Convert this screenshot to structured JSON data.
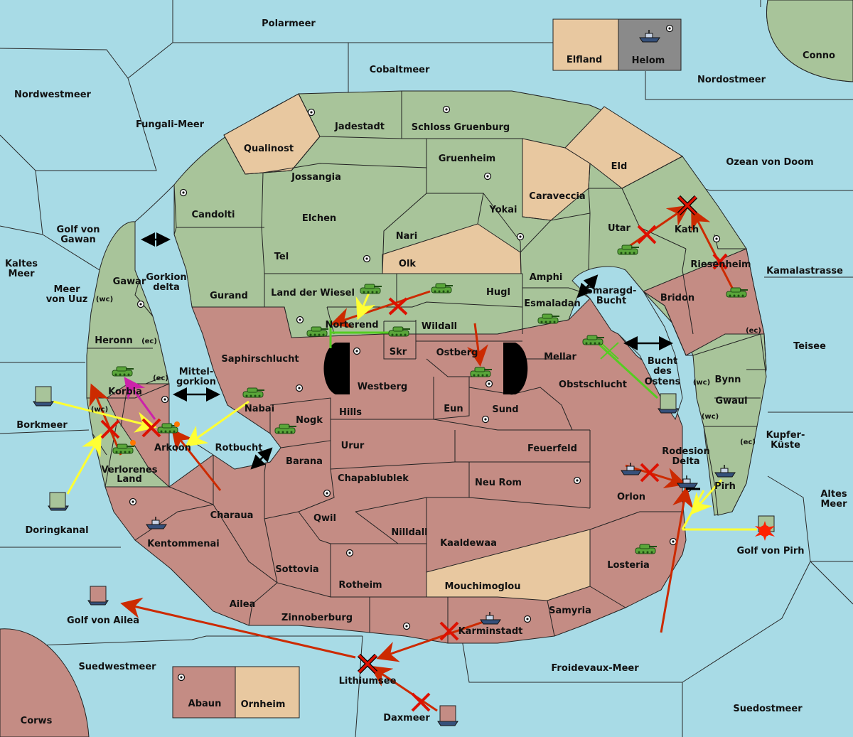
{
  "colors": {
    "sea": "#a8dbe6",
    "green": "#a8c49a",
    "red": "#c48c84",
    "neutral": "#e8c8a0",
    "grey": "#8a8a8a",
    "order_red": "#cc2a00",
    "order_yellow": "#ffff33",
    "order_green": "#55cc22",
    "order_magenta": "#cc22aa",
    "order_black": "#000000"
  },
  "icons": {
    "army": "tank-icon",
    "fleet": "ship-icon",
    "supply": "supply-center-icon"
  },
  "labels": {
    "polarmeer": "Polarmeer",
    "cobaltmeer": "Cobaltmeer",
    "nordwestmeer": "Nordwestmeer",
    "nordostmeer": "Nordostmeer",
    "conno": "Conno",
    "elfland": "Elfland",
    "helom": "Helom",
    "fungali": "Fungali-Meer",
    "jadestadt": "Jadestadt",
    "schloss": "Schloss Gruenburg",
    "qualinost": "Qualinost",
    "jossangia": "Jossangia",
    "gruenheim": "Gruenheim",
    "caraveccia": "Caraveccia",
    "eld": "Eld",
    "ozean_doom": "Ozean von Doom",
    "candolti": "Candolti",
    "elchen": "Elchen",
    "yokai": "Yokai",
    "nari": "Nari",
    "utar": "Utar",
    "kath": "Kath",
    "golf_gawan_1": "Golf von",
    "golf_gawan_2": "Gawan",
    "kaltes_1": "Kaltes",
    "kaltes_2": "Meer",
    "tel": "Tel",
    "olk": "Olk",
    "amphi": "Amphi",
    "riesenheim": "Riesenheim",
    "kamalastrasse": "Kamalastrasse",
    "gawar": "Gawar",
    "gorkion_1": "Gorkion",
    "gorkion_2": "delta",
    "meer_uuz_1": "Meer",
    "meer_uuz_2": "von Uuz",
    "gurand": "Gurand",
    "land_wiesel": "Land der Wiesel",
    "hugl": "Hugl",
    "smaragd_1": "Smaragd-",
    "smaragd_2": "Bucht",
    "bridon": "Bridon",
    "esmaladan": "Esmaladan",
    "heronn": "Heronn",
    "norterend": "Norterend",
    "wildall": "Wildall",
    "teisee": "Teisee",
    "saphir": "Saphirschlucht",
    "skr": "Skr",
    "ostberg": "Ostberg",
    "mellar": "Mellar",
    "korbia": "Korbia",
    "mittel_1": "Mittel-",
    "mittel_2": "gorkion",
    "westberg": "Westberg",
    "obstschlucht": "Obstschlucht",
    "bucht_1": "Bucht",
    "bucht_2": "des",
    "bucht_3": "Ostens",
    "bynn": "Bynn",
    "gwaul": "Gwaul",
    "nabai": "Nabai",
    "hills": "Hills",
    "eun": "Eun",
    "sund": "Sund",
    "borkmeer": "Borkmeer",
    "nogk": "Nogk",
    "kupfer_1": "Kupfer-",
    "kupfer_2": "Küste",
    "arkoon": "Arkoon",
    "rotbucht": "Rotbucht",
    "urur": "Urur",
    "feuerfeld": "Feuerfeld",
    "rodesion_1": "Rodesion",
    "rodesion_2": "Delta",
    "barana": "Barana",
    "verlorenes_1": "Verlorenes",
    "verlorenes_2": "Land",
    "chapablublek": "Chapablublek",
    "neu_rom": "Neu Rom",
    "pirh": "Pirh",
    "altes_1": "Altes",
    "altes_2": "Meer",
    "orlon": "Orlon",
    "charaua": "Charaua",
    "qwil": "Qwil",
    "doringkanal": "Doringkanal",
    "nilldall": "Nilldall",
    "kentommenai": "Kentommenai",
    "kaaldewaa": "Kaaldewaa",
    "golf_pirh": "Golf von Pirh",
    "losteria": "Losteria",
    "sottovia": "Sottovia",
    "rotheim": "Rotheim",
    "mouchimoglou": "Mouchimoglou",
    "ailea": "Ailea",
    "samyria": "Samyria",
    "golf_ailea": "Golf von Ailea",
    "zinnoberburg": "Zinnoberburg",
    "karminstadt": "Karminstadt",
    "suedwestmeer": "Suedwestmeer",
    "froidevaux": "Froidevaux-Meer",
    "lithiumsee": "Lithiumsee",
    "abaun": "Abaun",
    "ornheim": "Ornheim",
    "suedostmeer": "Suedostmeer",
    "daxmeer": "Daxmeer",
    "corws": "Corws",
    "wc": "(wc)",
    "ec": "(ec)"
  }
}
